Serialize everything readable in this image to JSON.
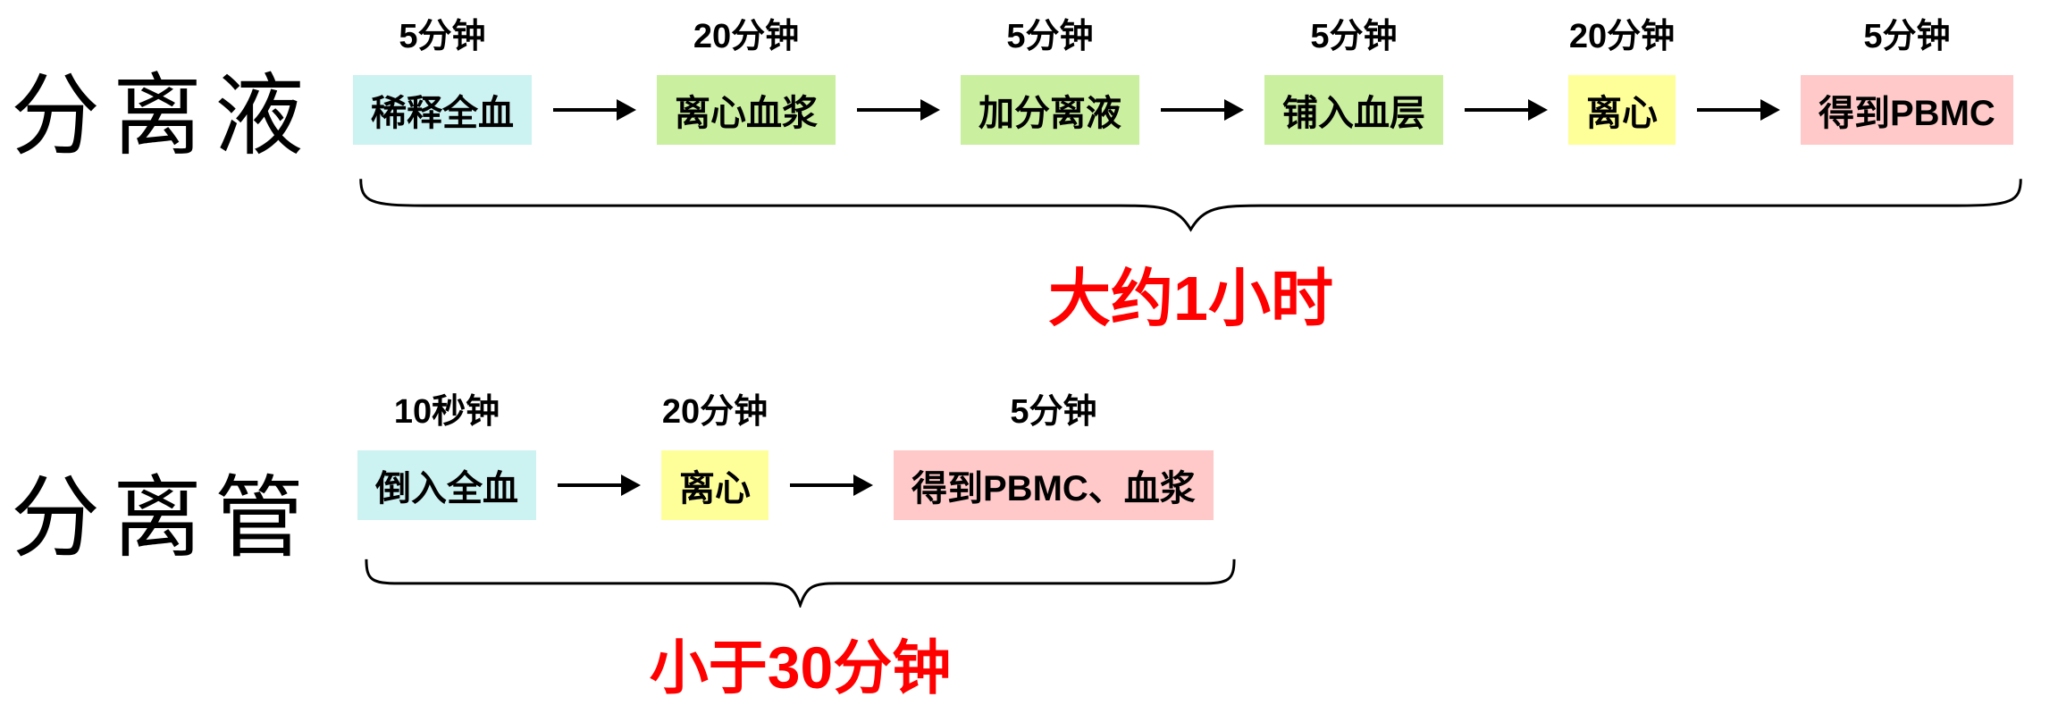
{
  "diagram": {
    "title_hint": "PBMC separation workflow comparison",
    "colors": {
      "box_cyan": "#cdf2f2",
      "box_green": "#c9ef9f",
      "box_yellow": "#ffff99",
      "box_pink": "#ffc9c9",
      "time_text": "#000000",
      "total_text": "#ff0000"
    },
    "rows": [
      {
        "label": "分离液",
        "total": "大约1小时",
        "steps": [
          {
            "time": "5分钟",
            "text": "稀释全血",
            "color": "#cdf2f2"
          },
          {
            "time": "20分钟",
            "text": "离心血浆",
            "color": "#c9ef9f"
          },
          {
            "time": "5分钟",
            "text": "加分离液",
            "color": "#c9ef9f"
          },
          {
            "time": "5分钟",
            "text": "铺入血层",
            "color": "#c9ef9f"
          },
          {
            "time": "20分钟",
            "text": "离心",
            "color": "#ffff99"
          },
          {
            "time": "5分钟",
            "text": "得到PBMC",
            "color": "#ffc9c9"
          }
        ]
      },
      {
        "label": "分离管",
        "total": "小于30分钟",
        "steps": [
          {
            "time": "10秒钟",
            "text": "倒入全血",
            "color": "#cdf2f2"
          },
          {
            "time": "20分钟",
            "text": "离心",
            "color": "#ffff99"
          },
          {
            "time": "5分钟",
            "text": "得到PBMC、血浆",
            "color": "#ffc9c9"
          }
        ]
      }
    ]
  }
}
